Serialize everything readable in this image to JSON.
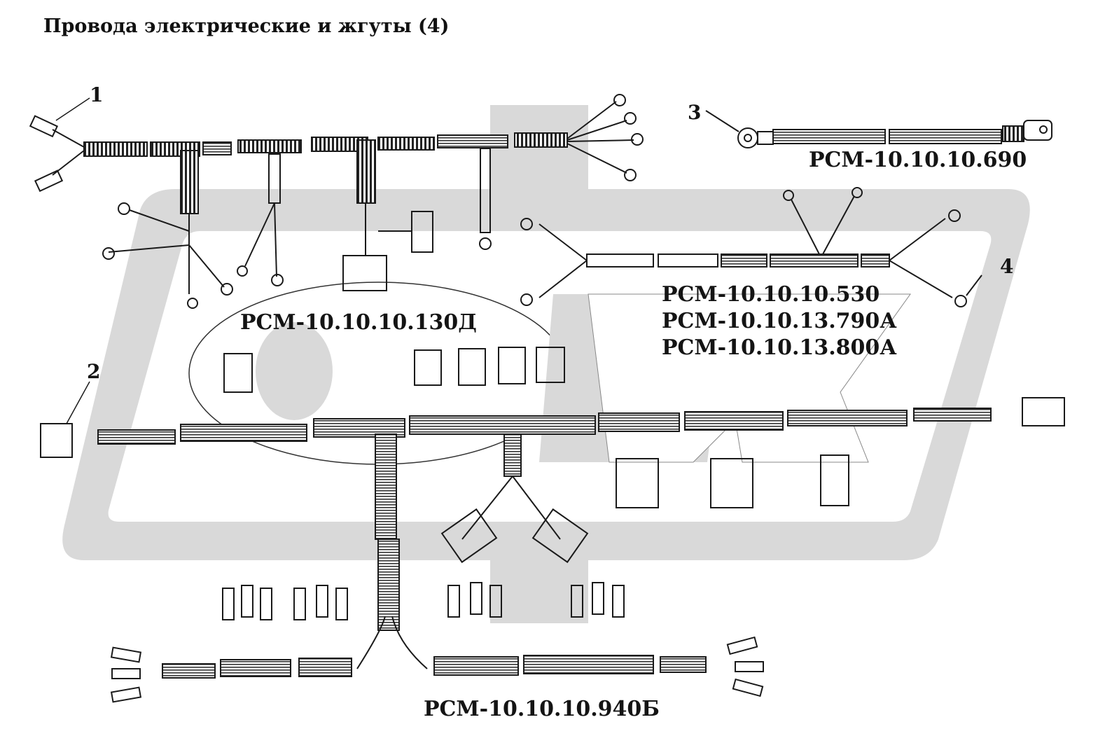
{
  "title": "Провода электрические и жгуты (4)",
  "colors": {
    "wire": "#1a1a1a",
    "watermark": "#d9d9d9",
    "background": "#ffffff"
  },
  "callouts": [
    "1",
    "2",
    "3",
    "4"
  ],
  "part_labels": {
    "harness_1": "РСМ-10.10.10.130Д",
    "harness_2": "РСМ-10.10.10.940Б",
    "harness_3": "РСМ-10.10.10.690",
    "harness_4": [
      "РСМ-10.10.10.530",
      "РСМ-10.10.13.790А",
      "РСМ-10.10.13.800А"
    ]
  }
}
